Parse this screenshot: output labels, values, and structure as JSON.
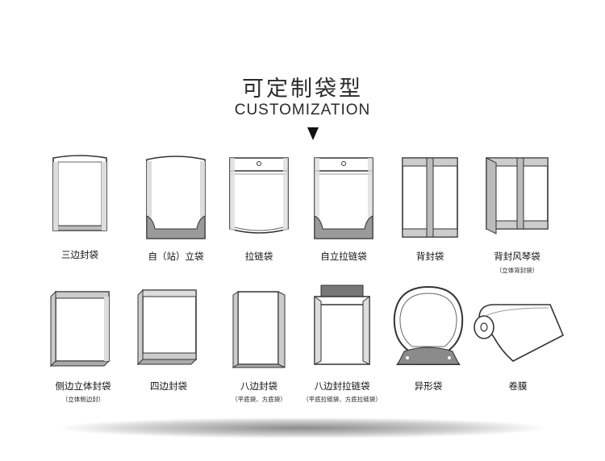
{
  "header": {
    "title_zh": "可定制袋型",
    "title_en": "CUSTOMIZATION"
  },
  "row1": [
    {
      "label": "三边封袋",
      "sub": "",
      "icon": "three-side-seal-bag-icon"
    },
    {
      "label": "自（站）立袋",
      "sub": "",
      "icon": "stand-up-bag-icon"
    },
    {
      "label": "拉链袋",
      "sub": "",
      "icon": "zipper-bag-icon"
    },
    {
      "label": "自立拉链袋",
      "sub": "",
      "icon": "stand-up-zipper-bag-icon"
    },
    {
      "label": "背封袋",
      "sub": "",
      "icon": "back-seal-bag-icon"
    },
    {
      "label": "背封风琴袋",
      "sub": "（立体背封袋）",
      "icon": "back-seal-gusset-bag-icon"
    }
  ],
  "row2": [
    {
      "label": "侧边立体封袋",
      "sub": "（立体侧边封）",
      "icon": "side-gusset-bag-icon"
    },
    {
      "label": "四边封袋",
      "sub": "",
      "icon": "four-side-seal-bag-icon"
    },
    {
      "label": "八边封袋",
      "sub": "（平底袋、方底袋）",
      "icon": "eight-side-seal-bag-icon"
    },
    {
      "label": "八边封拉链袋",
      "sub": "（平底拉链袋、方底拉链袋）",
      "icon": "eight-side-zipper-bag-icon"
    },
    {
      "label": "异形袋",
      "sub": "",
      "icon": "shaped-bag-icon"
    },
    {
      "label": "卷膜",
      "sub": "",
      "icon": "roll-film-icon"
    }
  ]
}
